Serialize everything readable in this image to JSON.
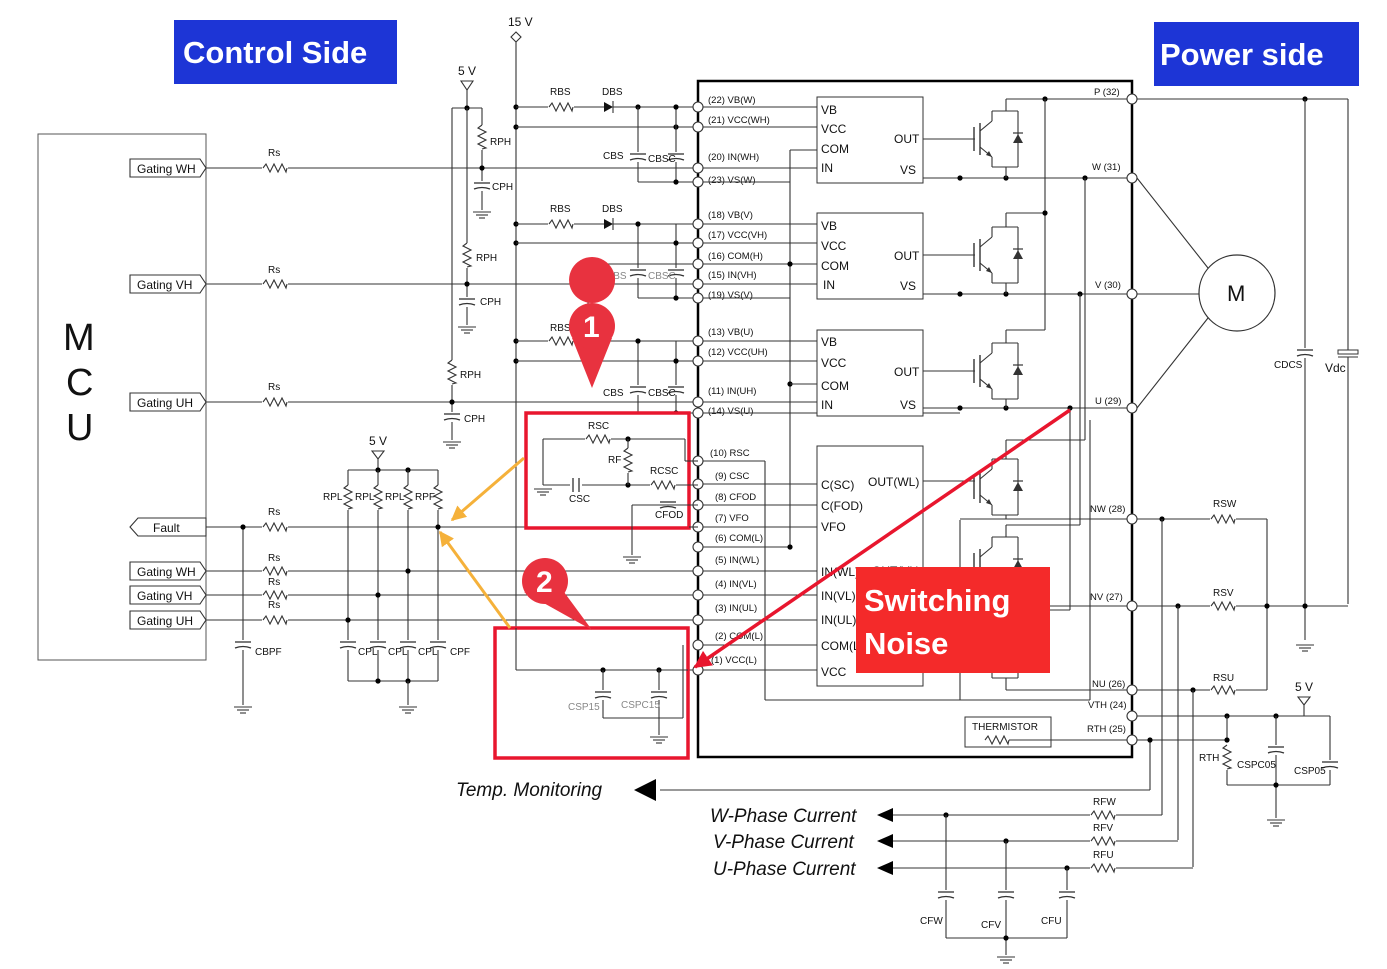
{
  "headers": {
    "control": "Control Side",
    "power": "Power side"
  },
  "colors": {
    "header_bg": "#1d35d6",
    "callout_red": "#e8323f",
    "box_red": "#e8162e",
    "arrow_orange": "#f5b13a"
  },
  "mcu": {
    "line1": "M",
    "line2": "C",
    "line3": "U"
  },
  "supplies": {
    "v15": "15 V",
    "v5_top": "5 V",
    "v5_filter": "5 V",
    "v5_right": "5 V"
  },
  "signals": {
    "gating_wh": "Gating WH",
    "gating_vh": "Gating VH",
    "gating_uh": "Gating UH",
    "fault": "Fault",
    "gating_wl": "Gating WH",
    "gating_vl": "Gating VH",
    "gating_ul": "Gating UH"
  },
  "components": {
    "rs": "Rs",
    "rbs": "RBS",
    "dbs": "DBS",
    "cbs": "CBS",
    "cbsc": "CBSC",
    "rph": "RPH",
    "cph": "CPH",
    "rpl": "RPL",
    "rpf": "RPF",
    "cpl": "CPL",
    "cpf": "CPF",
    "cbpf": "CBPF",
    "rsc": "RSC",
    "rf": "RF",
    "rcsc": "RCSC",
    "csc": "CSC",
    "cfod": "CFOD",
    "csp15": "CSP15",
    "cspc15": "CSPC15",
    "rsw": "RSW",
    "rsv": "RSV",
    "rsu": "RSU",
    "rth": "RTH",
    "cspc05": "CSPC05",
    "csp05": "CSP05",
    "rfw": "RFW",
    "rfv": "RFV",
    "rfu": "RFU",
    "cfw": "CFW",
    "cfv": "CFV",
    "cfu": "CFU",
    "cdcs": "CDCS",
    "vdc": "Vdc",
    "motor": "M",
    "thermistor": "THERMISTOR"
  },
  "pins": {
    "p22": "(22) VB(W)",
    "p21": "(21) VCC(WH)",
    "p20": "(20) IN(WH)",
    "p23": "(23) VS(W)",
    "p18": "(18) VB(V)",
    "p17": "(17) VCC(VH)",
    "p16": "(16) COM(H)",
    "p15": "(15) IN(VH)",
    "p19": "(19) VS(V)",
    "p13": "(13) VB(U)",
    "p12": "(12) VCC(UH)",
    "p11": "(11) IN(UH)",
    "p14": "(14) VS(U)",
    "p10": "(10) RSC",
    "p9": "(9) CSC",
    "p8": "(8) CFOD",
    "p7": "(7) VFO",
    "p6": "(6) COM(L)",
    "p5": "(5) IN(WL)",
    "p4": "(4) IN(VL)",
    "p3": "(3) IN(UL)",
    "p2": "(2) COM(L)",
    "p1": "(1) VCC(L)",
    "p32": "P (32)",
    "p31": "W (31)",
    "p30": "V (30)",
    "p29": "U (29)",
    "p28": "NW (28)",
    "p27": "NV (27)",
    "p26": "NU (26)",
    "p24": "VTH (24)",
    "p25": "RTH (25)"
  },
  "driver_high": {
    "vb": "VB",
    "vcc": "VCC",
    "com": "COM",
    "in": "IN",
    "out": "OUT",
    "vs": "VS"
  },
  "driver_low": {
    "csc": "C(SC)",
    "cfod": "C(FOD)",
    "vfo": "VFO",
    "inwl": "IN(WL)",
    "invl": "IN(VL)",
    "inul": "IN(UL)",
    "com": "COM(L)",
    "vcc": "VCC",
    "outwl": "OUT(WL)",
    "outvl": "OUT(VL)"
  },
  "callouts": {
    "one": "1",
    "two": "2"
  },
  "noise_label": {
    "line1": "Switching",
    "line2": "Noise"
  },
  "outputs": {
    "temp": "Temp. Monitoring",
    "w_current": "W-Phase Current",
    "v_current": "V-Phase Current",
    "u_current": "U-Phase Current"
  }
}
